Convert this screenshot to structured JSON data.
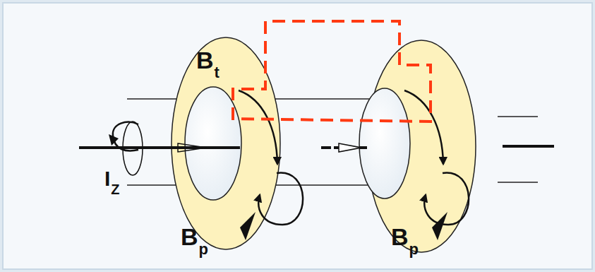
{
  "diagram": {
    "labels": [
      "B",
      "t",
      "I",
      "Z",
      "B",
      "p",
      "B",
      "p"
    ]
  }
}
